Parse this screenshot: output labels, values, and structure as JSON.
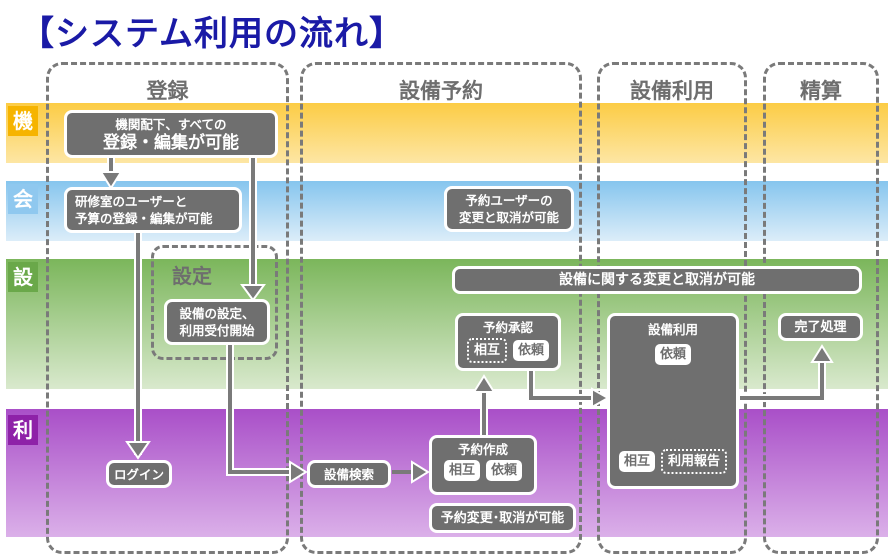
{
  "title": "【システム利用の流れ】",
  "lanes": [
    {
      "tag": "機",
      "color": "#f6b400"
    },
    {
      "tag": "会",
      "color": "#8fc8ef"
    },
    {
      "tag": "設",
      "color": "#6aa84a"
    },
    {
      "tag": "利",
      "color": "#8e22a8"
    }
  ],
  "phases": [
    {
      "label": "登録"
    },
    {
      "label": "設備予約"
    },
    {
      "label": "設備利用"
    },
    {
      "label": "精算"
    }
  ],
  "subphase": {
    "label": "設定"
  },
  "boxes": {
    "kikan_edit": {
      "line1": "機関配下、すべての",
      "line2": "登録・編集が可能"
    },
    "lab_edit": {
      "line1": "研修室のユーザーと",
      "line2": "予算の登録・編集が可能"
    },
    "equip_setup": {
      "line1": "設備の設定、",
      "line2": "利用受付開始"
    },
    "login": {
      "label": "ログイン"
    },
    "user_change": {
      "line1": "予約ユーザーの",
      "line2": "変更と取消が可能"
    },
    "equip_change": {
      "label": "設備に関する変更と取消が可能"
    },
    "approval": {
      "label": "予約承認",
      "chip1": "相互",
      "chip2": "依頼"
    },
    "search": {
      "label": "設備検索"
    },
    "create": {
      "label": "予約作成",
      "chip1": "相互",
      "chip2": "依頼"
    },
    "modify": {
      "label": "予約変更･取消が可能"
    },
    "usage": {
      "label": "設備利用",
      "chip_top": "依頼",
      "chip1": "相互",
      "chip2": "利用報告"
    },
    "complete": {
      "label": "完了処理"
    }
  }
}
